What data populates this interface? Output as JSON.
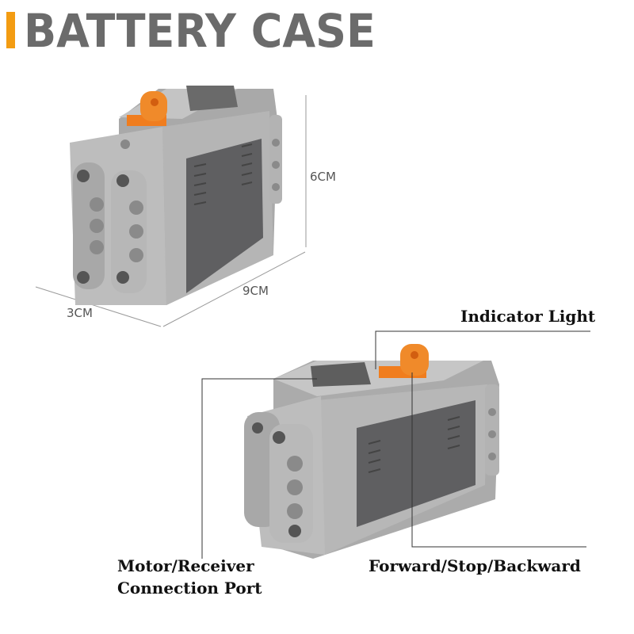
{
  "header": {
    "title": "BATTERY CASE",
    "accent_color": "#f39c12"
  },
  "dimensions": {
    "height": "6CM",
    "length": "9CM",
    "width": "3CM"
  },
  "callouts": {
    "indicator_light": "Indicator Light",
    "switch": "Forward/Stop/Backward",
    "port_line1": "Motor/Receiver",
    "port_line2": "Connection Port"
  },
  "colors": {
    "body_light": "#b9b9b9",
    "panel_dark": "#5f5f61",
    "switch_orange": "#f07d1e"
  }
}
